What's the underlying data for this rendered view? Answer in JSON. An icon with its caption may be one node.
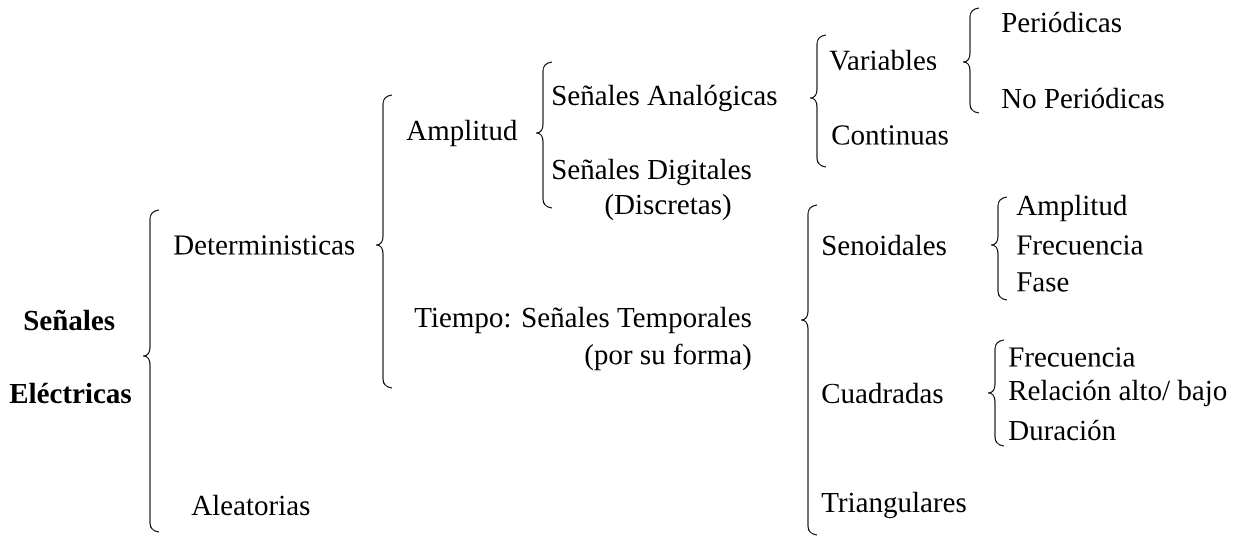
{
  "diagram": {
    "labels": [
      "Periódicas",
      "Variables",
      "Señales Analógicas",
      "No Periódicas",
      "Amplitud",
      "Continuas",
      "Señales Digitales",
      "(Discretas)",
      "Amplitud",
      "Deterministicas",
      "Senoidales",
      "Frecuencia",
      "Fase",
      "Señales",
      "Tiempo: Señales Temporales",
      "(por su forma)",
      "Frecuencia",
      "Eléctricas",
      "Cuadradas",
      "Relación alto/ bajo",
      "Duración",
      "Aleatorias",
      "Triangulares"
    ]
  }
}
